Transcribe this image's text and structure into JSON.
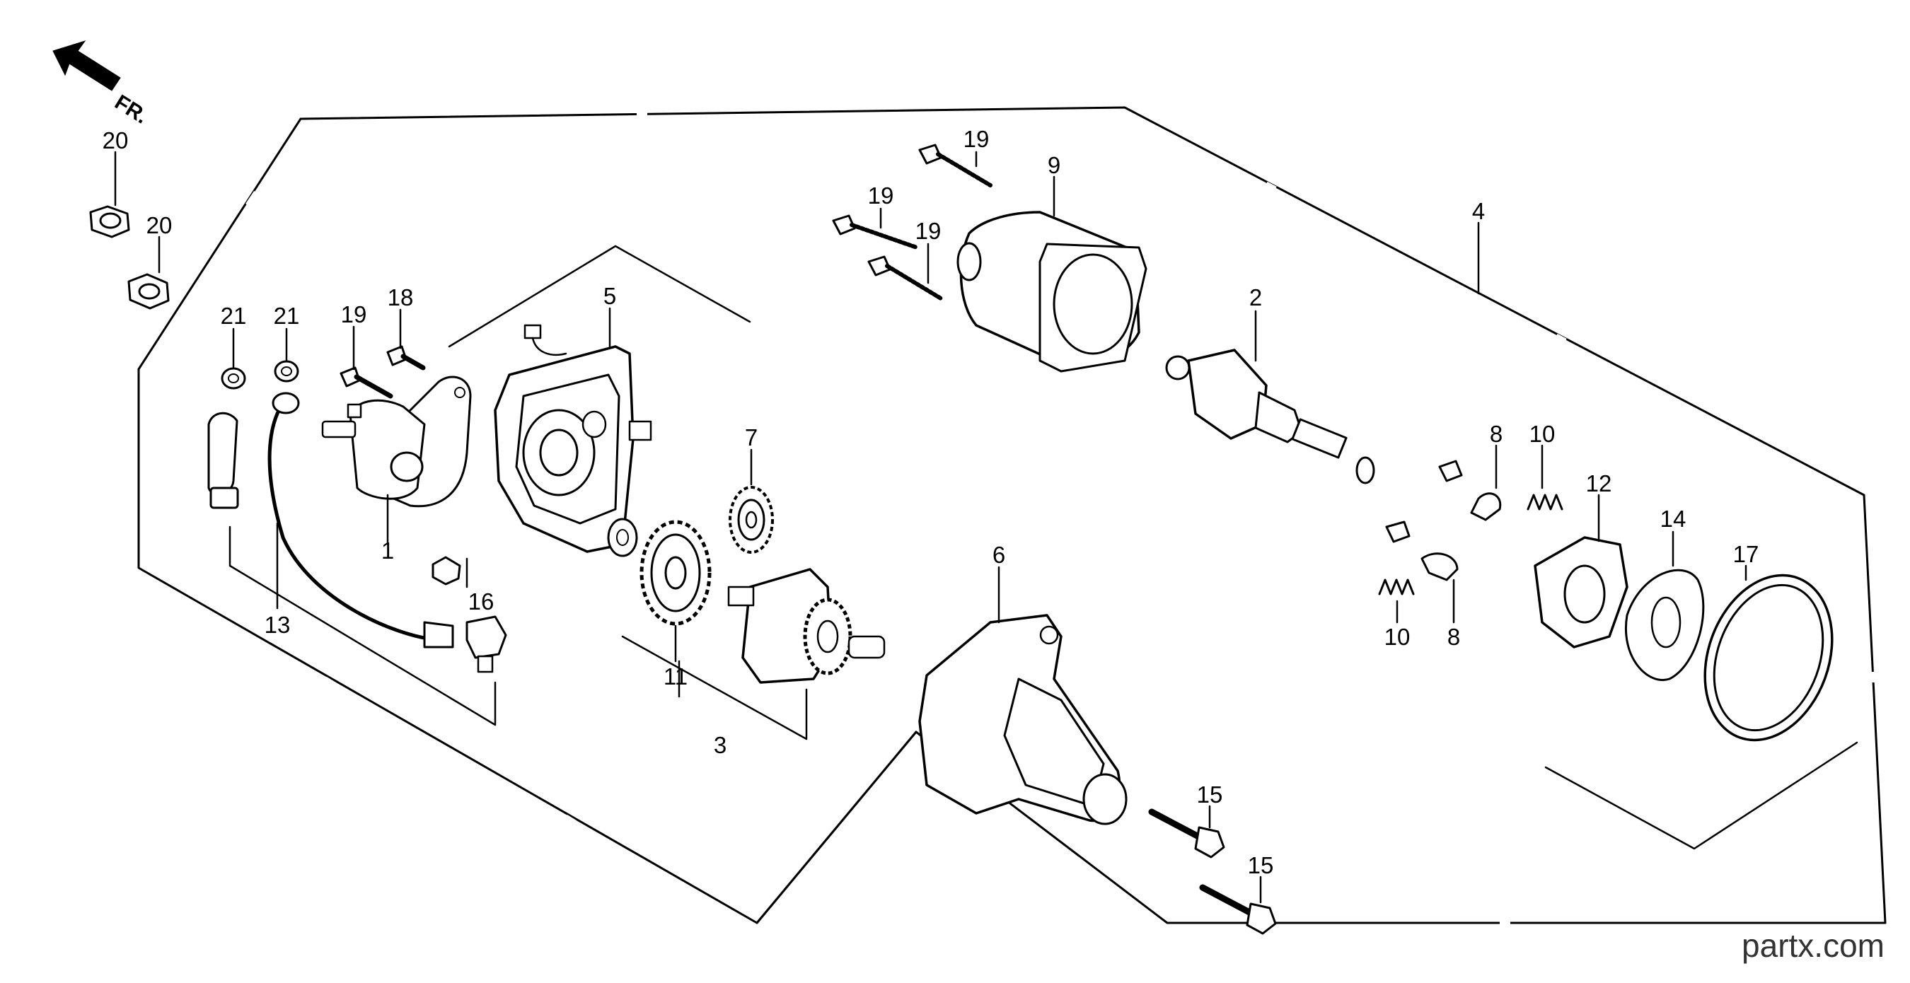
{
  "front_indicator": {
    "label": "FR.",
    "icon": "arrow-up-left-icon"
  },
  "watermark": "partx.com",
  "callouts": {
    "c1": "1",
    "c2": "2",
    "c3": "3",
    "c4": "4",
    "c5": "5",
    "c6": "6",
    "c7": "7",
    "c8a": "8",
    "c8b": "8",
    "c9": "9",
    "c10a": "10",
    "c10b": "10",
    "c11": "11",
    "c12": "12",
    "c13": "13",
    "c14": "14",
    "c15a": "15",
    "c15b": "15",
    "c16": "16",
    "c17": "17",
    "c18": "18",
    "c19a": "19",
    "c19b": "19",
    "c19c": "19",
    "c19d": "19",
    "c20a": "20",
    "c20b": "20",
    "c21a": "21",
    "c21b": "21"
  }
}
